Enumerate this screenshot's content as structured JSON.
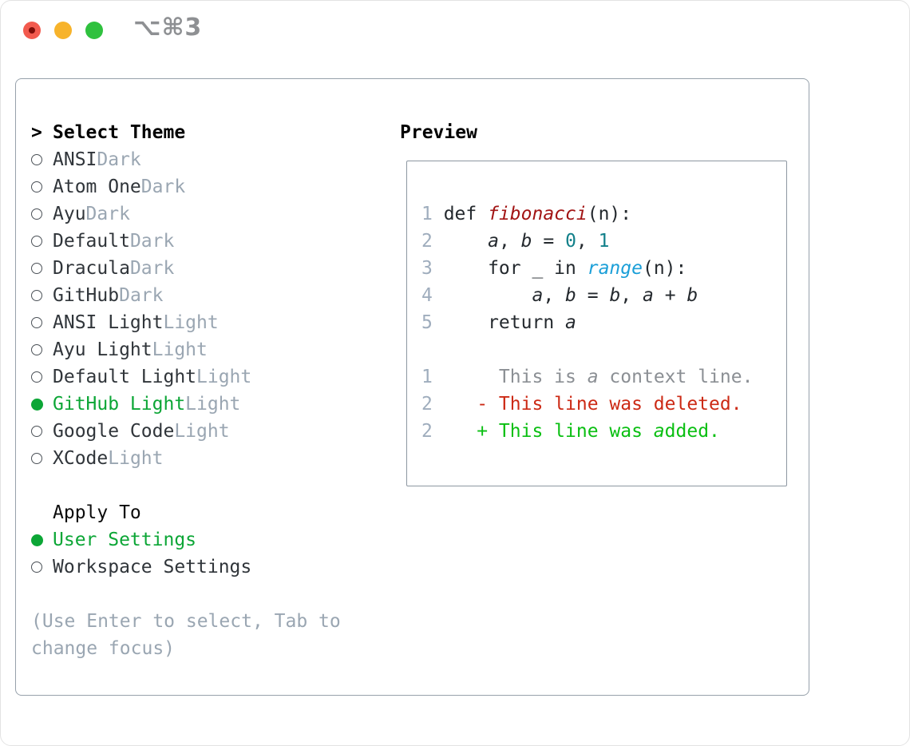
{
  "titlebar": {
    "shortcut": "⌥⌘3"
  },
  "theme_list": {
    "prompt": ">",
    "header": "Select Theme",
    "items": [
      {
        "name": "ANSI",
        "tag": "Dark",
        "selected": false
      },
      {
        "name": "Atom One",
        "tag": "Dark",
        "selected": false
      },
      {
        "name": "Ayu",
        "tag": "Dark",
        "selected": false
      },
      {
        "name": "Default",
        "tag": "Dark",
        "selected": false
      },
      {
        "name": "Dracula",
        "tag": "Dark",
        "selected": false
      },
      {
        "name": "GitHub",
        "tag": "Dark",
        "selected": false
      },
      {
        "name": "ANSI Light",
        "tag": "Light",
        "selected": false
      },
      {
        "name": "Ayu Light",
        "tag": "Light",
        "selected": false
      },
      {
        "name": "Default Light",
        "tag": "Light",
        "selected": false
      },
      {
        "name": "GitHub Light",
        "tag": "Light",
        "selected": true
      },
      {
        "name": "Google Code",
        "tag": "Light",
        "selected": false
      },
      {
        "name": "XCode",
        "tag": "Light",
        "selected": false
      }
    ]
  },
  "apply_to": {
    "header": "Apply To",
    "items": [
      {
        "name": "User Settings",
        "selected": true
      },
      {
        "name": "Workspace Settings",
        "selected": false
      }
    ]
  },
  "hint": {
    "text": "(Use Enter to select, Tab to change focus)"
  },
  "preview": {
    "header": "Preview",
    "lines": [
      {
        "num": "1",
        "tokens": [
          [
            " def ",
            "p"
          ],
          [
            "fibonacci",
            "func"
          ],
          [
            "(n):",
            "p"
          ]
        ]
      },
      {
        "num": "2",
        "tokens": [
          [
            "     ",
            "p"
          ],
          [
            "a",
            "var"
          ],
          [
            ", ",
            "p"
          ],
          [
            "b",
            "var"
          ],
          [
            " = ",
            "p"
          ],
          [
            "0",
            "num"
          ],
          [
            ", ",
            "p"
          ],
          [
            "1",
            "num"
          ]
        ]
      },
      {
        "num": "3",
        "tokens": [
          [
            "     for _ in ",
            "p"
          ],
          [
            "range",
            "builtin"
          ],
          [
            "(n):",
            "p"
          ]
        ]
      },
      {
        "num": "4",
        "tokens": [
          [
            "         ",
            "p"
          ],
          [
            "a",
            "var"
          ],
          [
            ", ",
            "p"
          ],
          [
            "b",
            "var"
          ],
          [
            " = ",
            "p"
          ],
          [
            "b",
            "var"
          ],
          [
            ", ",
            "p"
          ],
          [
            "a",
            "var"
          ],
          [
            " + ",
            "p"
          ],
          [
            "b",
            "var"
          ]
        ]
      },
      {
        "num": "5",
        "tokens": [
          [
            "     return ",
            "p"
          ],
          [
            "a",
            "var"
          ]
        ]
      },
      {
        "num": "",
        "tokens": []
      },
      {
        "num": "1",
        "tokens": [
          [
            "      This is ",
            "ctx"
          ],
          [
            "a",
            "ctxv"
          ],
          [
            " context line.",
            "ctx"
          ]
        ]
      },
      {
        "num": "2",
        "tokens": [
          [
            "    - This line was deleted.",
            "del"
          ]
        ]
      },
      {
        "num": "2",
        "tokens": [
          [
            "    + This line was ",
            "add"
          ],
          [
            "a",
            "addv"
          ],
          [
            "dded.",
            "add"
          ]
        ]
      }
    ]
  },
  "colors": {
    "selection_green": "#0ca636",
    "added_green": "#0abf12",
    "deleted_red": "#cc2a15",
    "function_red": "#a21414",
    "builtin_blue": "#1b9fd8",
    "number_teal": "#12808a",
    "muted_gray": "#9aa6b2",
    "line_number_gray": "#9fadbd",
    "panel_border": "#97a1ab",
    "traffic_red": "#f25a4e",
    "traffic_yellow": "#f7b32b",
    "traffic_green": "#2fc13e"
  }
}
